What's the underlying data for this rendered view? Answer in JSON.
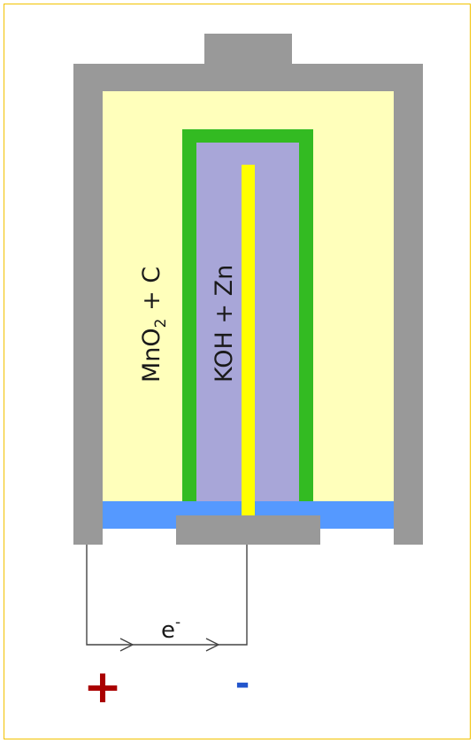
{
  "cathode_label": {
    "prefix": "MnO",
    "subscript": "2",
    "suffix": " + C"
  },
  "anode_label": "KOH + Zn",
  "electron_label": {
    "base": "e",
    "superscript": "-"
  },
  "terminals": {
    "positive": "+",
    "negative": "-"
  },
  "colors": {
    "frame_border": "#f2c200",
    "casing": "#999999",
    "cathode_fill": "#ffffbb",
    "separator": "#33bb22",
    "anode_fill": "#a8a6d8",
    "collector_rod": "#ffff00",
    "seal": "#5599ff",
    "positive_terminal": "#aa0000",
    "negative_terminal": "#2255cc",
    "wire": "#444444"
  }
}
